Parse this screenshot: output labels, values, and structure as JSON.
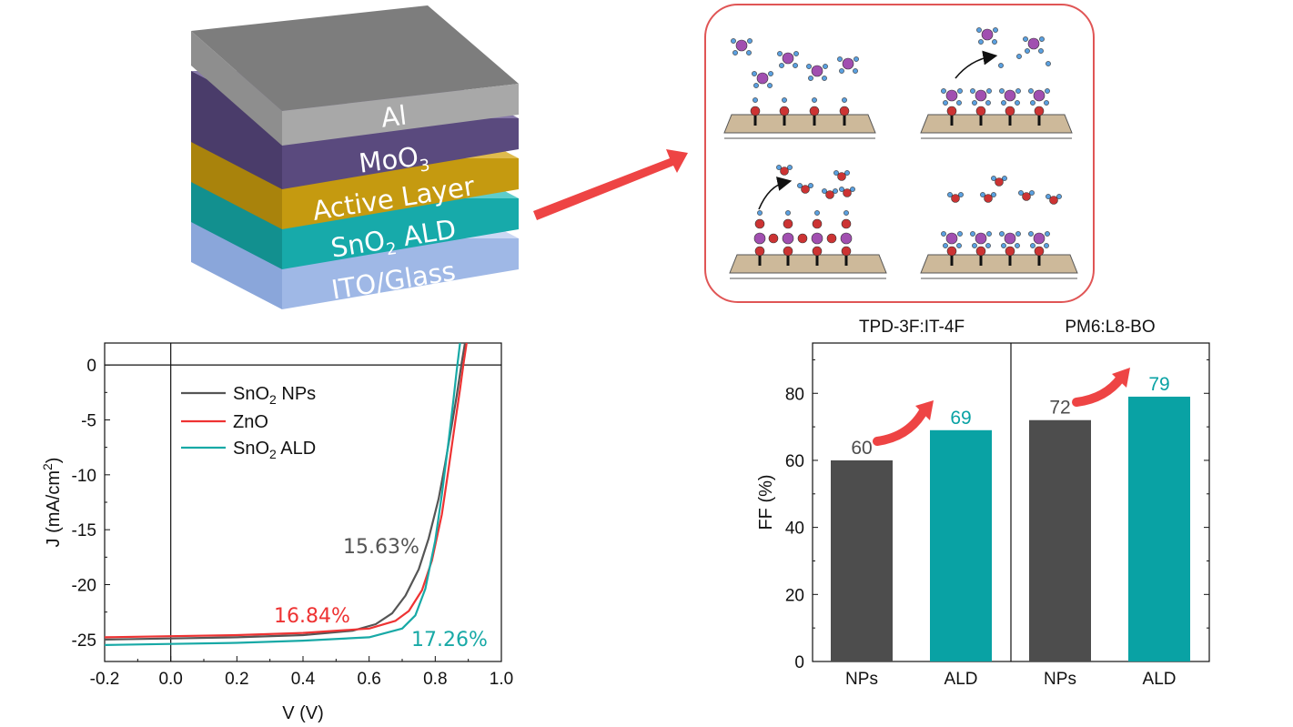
{
  "colors": {
    "al": "#9a9a9a",
    "moo3": "#5a4a7e",
    "active": "#c59a10",
    "sno2_ald": "#17aaaa",
    "ito": "#9fb8e6",
    "arrow": "#ee4444",
    "panel_border": "#e05555",
    "substrate": "#cdb99a",
    "purple_atom": "#a14fb0",
    "red_atom": "#cc3333",
    "blue_atom": "#5aa0e0"
  },
  "device_stack": {
    "layers": [
      {
        "id": "al",
        "label": "Al"
      },
      {
        "id": "moo3",
        "label": "MoO",
        "sub": "3"
      },
      {
        "id": "active",
        "label": "Active Layer"
      },
      {
        "id": "sno2",
        "label": "SnO",
        "sub": "2",
        "label_after": " ALD"
      },
      {
        "id": "ito",
        "label": "ITO/Glass"
      }
    ]
  },
  "chart_data": [
    {
      "type": "line",
      "xlabel": "V (V)",
      "ylabel": "J (mA/cm",
      "ylabel_sup": "2",
      "ylabel_end": ")",
      "xlim": [
        -0.2,
        1.0
      ],
      "ylim": [
        -27,
        2
      ],
      "xticks": [
        "-0.2",
        "0.0",
        "0.2",
        "0.4",
        "0.6",
        "0.8",
        "1.0"
      ],
      "yticks": [
        "0",
        "-5",
        "-10",
        "-15",
        "-20",
        "-25"
      ],
      "series": [
        {
          "name": "SnO2 NPs",
          "legend_main": "SnO",
          "legend_sub": "2",
          "legend_after": " NPs",
          "color": "#555555",
          "efficiency": "15.63%",
          "x": [
            -0.2,
            0.0,
            0.2,
            0.4,
            0.55,
            0.62,
            0.67,
            0.71,
            0.75,
            0.78,
            0.81,
            0.83,
            0.85,
            0.865,
            0.88,
            0.89
          ],
          "y": [
            -25.0,
            -24.9,
            -24.8,
            -24.6,
            -24.2,
            -23.6,
            -22.6,
            -21.0,
            -18.6,
            -15.8,
            -12.2,
            -9.0,
            -5.5,
            -2.8,
            0.2,
            2.0
          ]
        },
        {
          "name": "ZnO",
          "legend_main": "ZnO",
          "color": "#ee3333",
          "efficiency": "16.84%",
          "x": [
            -0.2,
            0.0,
            0.2,
            0.4,
            0.6,
            0.68,
            0.72,
            0.76,
            0.79,
            0.82,
            0.84,
            0.86,
            0.875,
            0.885,
            0.895
          ],
          "y": [
            -24.8,
            -24.7,
            -24.6,
            -24.4,
            -24.0,
            -23.3,
            -22.4,
            -20.5,
            -17.8,
            -13.6,
            -9.5,
            -5.3,
            -2.2,
            0.0,
            2.0
          ]
        },
        {
          "name": "SnO2 ALD",
          "legend_main": "SnO",
          "legend_sub": "2",
          "legend_after": " ALD",
          "color": "#18a9a6",
          "efficiency": "17.26%",
          "x": [
            -0.2,
            0.0,
            0.2,
            0.4,
            0.6,
            0.7,
            0.74,
            0.77,
            0.8,
            0.82,
            0.84,
            0.855,
            0.865,
            0.875
          ],
          "y": [
            -25.5,
            -25.4,
            -25.3,
            -25.1,
            -24.8,
            -24.0,
            -22.8,
            -20.4,
            -16.0,
            -11.8,
            -7.0,
            -3.2,
            -0.5,
            2.0
          ]
        }
      ]
    },
    {
      "type": "bar",
      "ylabel": "FF (%)",
      "ylim": [
        0,
        95
      ],
      "yticks": [
        "0",
        "20",
        "40",
        "60",
        "80"
      ],
      "groups": [
        {
          "title": "TPD-3F:IT-4F",
          "bars": [
            {
              "category": "NPs",
              "value": 60,
              "label": "60",
              "color": "#4d4d4d",
              "label_color": "#4d4d4d"
            },
            {
              "category": "ALD",
              "value": 69,
              "label": "69",
              "color": "#09a2a4",
              "label_color": "#09a2a4"
            }
          ]
        },
        {
          "title": "PM6:L8-BO",
          "bars": [
            {
              "category": "NPs",
              "value": 72,
              "label": "72",
              "color": "#4d4d4d",
              "label_color": "#4d4d4d"
            },
            {
              "category": "ALD",
              "value": 79,
              "label": "79",
              "color": "#09a2a4",
              "label_color": "#09a2a4"
            }
          ]
        }
      ]
    }
  ]
}
